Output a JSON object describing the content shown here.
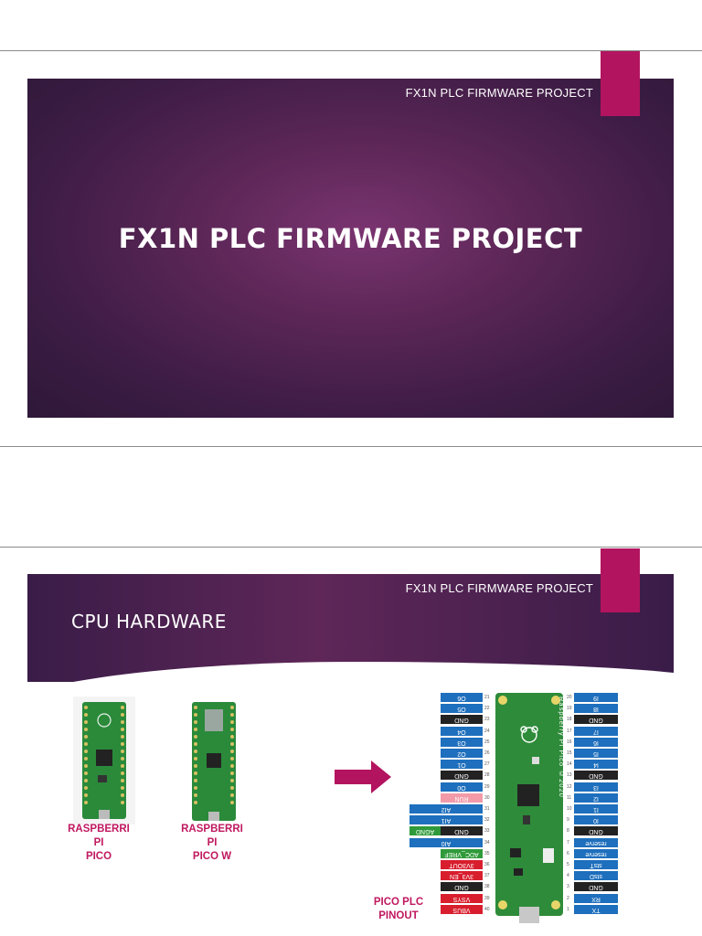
{
  "slide1": {
    "header": "FX1N PLC FIRMWARE PROJECT",
    "title": "FX1N PLC FIRMWARE PROJECT"
  },
  "slide2": {
    "header": "FX1N PLC FIRMWARE PROJECT",
    "title": "CPU HARDWARE",
    "board1_caption": [
      "RASPBERRI PI",
      "PICO"
    ],
    "board2_caption": [
      "RASPBERRI PI",
      "PICO W"
    ],
    "pinout_caption": [
      "PICO PLC",
      "PINOUT"
    ],
    "board_silkscreen": "Raspberry Pi Pico ©2020",
    "left_pins": [
      {
        "n": "VBUS",
        "c": "#d81e2d",
        "w": 46
      },
      {
        "n": "VSYS",
        "c": "#d81e2d",
        "w": 46
      },
      {
        "n": "GND",
        "c": "#222222",
        "w": 46
      },
      {
        "n": "3V3_EN",
        "c": "#d81e2d",
        "w": 46
      },
      {
        "n": "3V3OUT",
        "c": "#d81e2d",
        "w": 46
      },
      {
        "n": "ADC_VREF",
        "c": "#2f9a3a",
        "w": 46
      },
      {
        "n": "AI0",
        "c": "#1e6fbd",
        "w": 80
      },
      {
        "n": "GND",
        "c": "#222222",
        "w": 46
      },
      {
        "n": "AI1",
        "c": "#1e6fbd",
        "w": 80
      },
      {
        "n": "AI2",
        "c": "#1e6fbd",
        "w": 80
      },
      {
        "n": "RUN",
        "c": "#f29aa8",
        "w": 46
      },
      {
        "n": "O0",
        "c": "#1e6fbd",
        "w": 46
      },
      {
        "n": "GND",
        "c": "#222222",
        "w": 46
      },
      {
        "n": "O1",
        "c": "#1e6fbd",
        "w": 46
      },
      {
        "n": "O2",
        "c": "#1e6fbd",
        "w": 46
      },
      {
        "n": "O3",
        "c": "#1e6fbd",
        "w": 46
      },
      {
        "n": "O4",
        "c": "#1e6fbd",
        "w": 46
      },
      {
        "n": "GND",
        "c": "#222222",
        "w": 46
      },
      {
        "n": "O5",
        "c": "#1e6fbd",
        "w": 46
      },
      {
        "n": "O6",
        "c": "#1e6fbd",
        "w": 46
      }
    ],
    "agnd_label": "AGND",
    "right_pins": [
      {
        "n": "TX",
        "c": "#1e6fbd"
      },
      {
        "n": "RX",
        "c": "#1e6fbd"
      },
      {
        "n": "GND",
        "c": "#222222"
      },
      {
        "n": "stsD",
        "c": "#1e6fbd"
      },
      {
        "n": "stsT",
        "c": "#1e6fbd"
      },
      {
        "n": "reserve",
        "c": "#1e6fbd"
      },
      {
        "n": "reserve",
        "c": "#1e6fbd"
      },
      {
        "n": "GND",
        "c": "#222222"
      },
      {
        "n": "I0",
        "c": "#1e6fbd"
      },
      {
        "n": "I1",
        "c": "#1e6fbd"
      },
      {
        "n": "I2",
        "c": "#1e6fbd"
      },
      {
        "n": "I3",
        "c": "#1e6fbd"
      },
      {
        "n": "GND",
        "c": "#222222"
      },
      {
        "n": "I4",
        "c": "#1e6fbd"
      },
      {
        "n": "I5",
        "c": "#1e6fbd"
      },
      {
        "n": "I6",
        "c": "#1e6fbd"
      },
      {
        "n": "I7",
        "c": "#1e6fbd"
      },
      {
        "n": "GND",
        "c": "#222222"
      },
      {
        "n": "I8",
        "c": "#1e6fbd"
      },
      {
        "n": "I9",
        "c": "#1e6fbd"
      }
    ],
    "left_pin_numbers": [
      "40",
      "39",
      "38",
      "37",
      "36",
      "35",
      "34",
      "33",
      "32",
      "31",
      "30",
      "29",
      "28",
      "27",
      "26",
      "25",
      "24",
      "23",
      "22",
      "21"
    ],
    "right_pin_numbers": [
      "1",
      "2",
      "3",
      "4",
      "5",
      "6",
      "7",
      "8",
      "9",
      "10",
      "11",
      "12",
      "13",
      "14",
      "15",
      "16",
      "17",
      "18",
      "19",
      "20"
    ]
  }
}
